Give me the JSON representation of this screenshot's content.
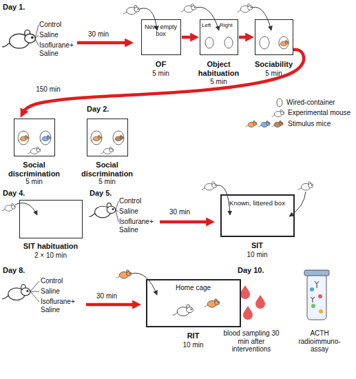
{
  "diagram": {
    "nodes": [
      {
        "text": [
          "New, empty box",
          "OF",
          "5 min"
        ]
      },
      {
        "text": [
          "Left",
          "Right",
          "Object habituation",
          "5 min"
        ]
      },
      {
        "text": [
          "Sociability",
          "5 min"
        ]
      },
      {
        "text": [
          "Social discrimination",
          "5 min"
        ]
      },
      {
        "text": [
          "Social discrimination",
          "5 min"
        ]
      },
      {
        "text": [
          "SIT habituation",
          "2 × 10 min"
        ]
      },
      {
        "text": [
          "Known, littered box",
          "SIT",
          "10 min"
        ]
      },
      {
        "text": [
          "Home cage",
          "RIT",
          "10 min"
        ]
      }
    ],
    "edges": [
      {
        "from": 0,
        "to": 1,
        "arrow": "to"
      },
      {
        "from": 1,
        "to": 2,
        "arrow": "to"
      },
      {
        "from": 2,
        "to": 3,
        "label": "150 min",
        "arrow": "to"
      }
    ],
    "labels": [
      "Day 1.",
      "Control",
      "Saline",
      "Isoflurane+ Saline",
      "30 min",
      "Day 2.",
      "Day 4.",
      "Day 5.",
      "Control",
      "Saline",
      "Isoflurane+ Saline",
      "30 min",
      "Day 8.",
      "Control",
      "Saline",
      "Isoflurane+ Saline",
      "30 min",
      "Day 10.",
      "blood sampling 30 min after interventions",
      "ACTH radioimmuno-assay"
    ],
    "legend": [
      {
        "text": "Wired-container"
      },
      {
        "text": "Experimental mouse"
      },
      {
        "text": "Stimulus mice"
      }
    ]
  }
}
